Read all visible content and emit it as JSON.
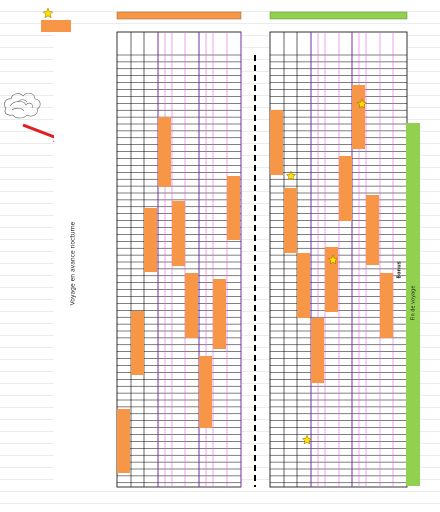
{
  "labels": {
    "left_vertical": "Voyage en avance nocturne",
    "right_text": "Bonus",
    "green_bar_text": "Fin de voyage"
  },
  "colors": {
    "orange": "#f79646",
    "green": "#92d050",
    "violet": "#7030a0",
    "pink": "#e066e0",
    "black": "#000000",
    "red_arrow": "#e02020",
    "star": "#ffe000"
  },
  "icons": {
    "top_left": "star-icon",
    "sketch": "cloud-sketch-icon",
    "arrow": "red-arrow-icon",
    "markers": "star-icon"
  }
}
